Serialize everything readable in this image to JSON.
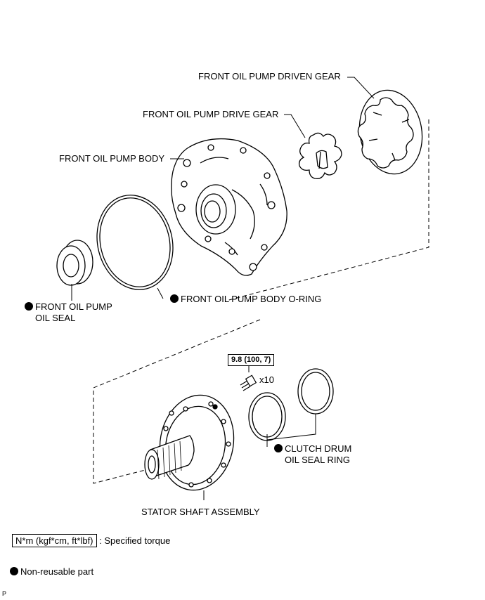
{
  "labels": {
    "driven_gear": "FRONT OIL PUMP DRIVEN GEAR",
    "drive_gear": "FRONT OIL PUMP DRIVE GEAR",
    "pump_body": "FRONT OIL PUMP BODY",
    "oil_seal_line1": "FRONT OIL PUMP",
    "oil_seal_line2": "OIL SEAL",
    "o_ring": "FRONT OIL PUMP BODY O-RING",
    "torque": "9.8 (100, 7)",
    "bolt_qty": "x10",
    "seal_ring_line1": "CLUTCH DRUM",
    "seal_ring_line2": "OIL SEAL RING",
    "stator_shaft": "STATOR SHAFT ASSEMBLY"
  },
  "legend": {
    "torque_unit": "N*m (kgf*cm, ft*lbf)",
    "torque_desc": ": Specified torque",
    "non_reusable": "Non-reusable part"
  },
  "footer_code": "P"
}
